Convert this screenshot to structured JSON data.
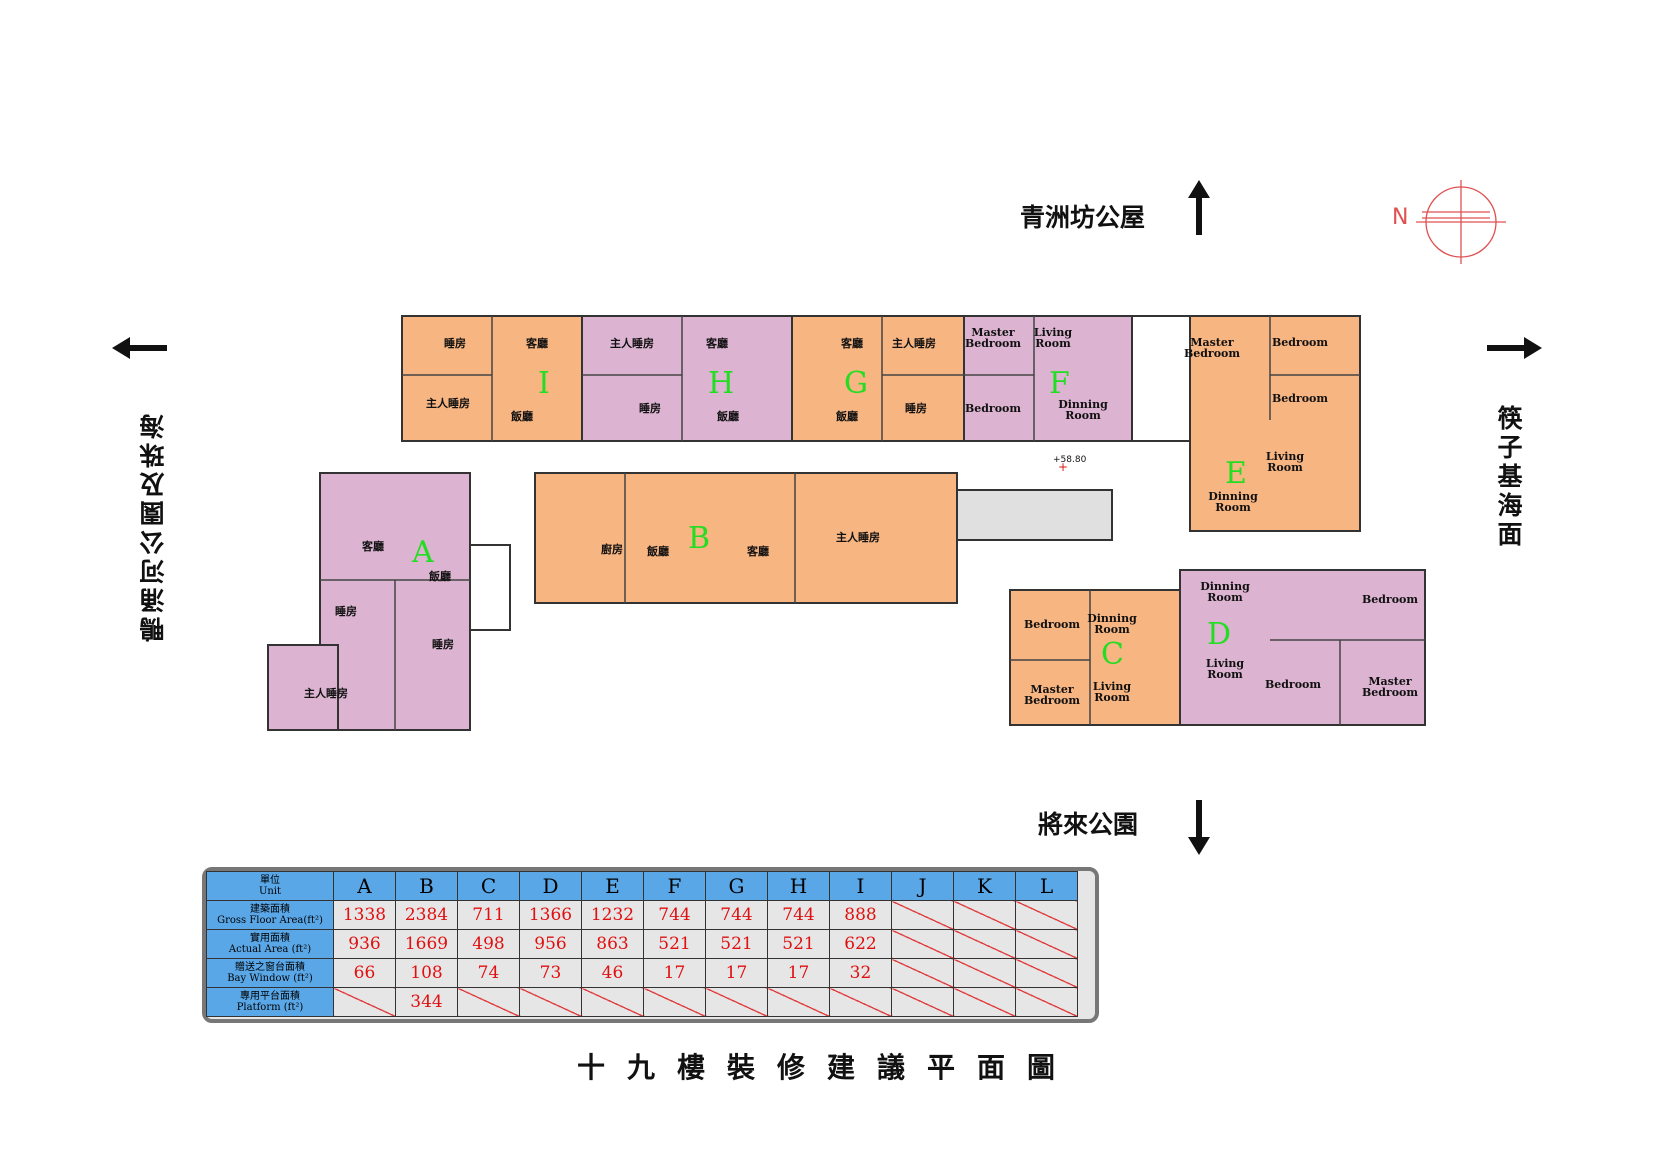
{
  "directions": {
    "north": "青洲坊公屋",
    "south": "將來公園",
    "west": "鴨涌河公園及珠海",
    "east": "筷子基海面",
    "compass": "N"
  },
  "colors": {
    "orange_unit": "#f7b581",
    "pink_unit": "#dcb4d2",
    "table_header": "#5aa7e8",
    "value_text": "#e01010",
    "unit_letter": "#22dd22"
  },
  "units": [
    {
      "letter": "I",
      "rooms": [
        "睡房",
        "客廳",
        "主人睡房",
        "飯廳"
      ]
    },
    {
      "letter": "H",
      "rooms": [
        "主人睡房",
        "客廳",
        "睡房",
        "飯廳"
      ]
    },
    {
      "letter": "G",
      "rooms": [
        "客廳",
        "主人睡房",
        "飯廳",
        "睡房"
      ]
    },
    {
      "letter": "F",
      "rooms": [
        "Master Bedroom",
        "Living Room",
        "Bedroom",
        "Dinning Room"
      ]
    },
    {
      "letter": "E",
      "rooms": [
        "Master Bedroom",
        "Bedroom",
        "Bedroom",
        "Living Room",
        "Dinning Room"
      ]
    },
    {
      "letter": "A",
      "rooms": [
        "客廳",
        "飯廳",
        "睡房",
        "睡房",
        "主人睡房"
      ]
    },
    {
      "letter": "B",
      "rooms": [
        "廚房",
        "飯廳",
        "客廳",
        "主人睡房"
      ]
    },
    {
      "letter": "C",
      "rooms": [
        "Bedroom",
        "Dinning Room",
        "Master Bedroom",
        "Living Room"
      ]
    },
    {
      "letter": "D",
      "rooms": [
        "Dinning Room",
        "Living Room",
        "Bedroom",
        "Bedroom",
        "Master Bedroom"
      ]
    }
  ],
  "level_mark": "+58.80",
  "table": {
    "columns": [
      "A",
      "B",
      "C",
      "D",
      "E",
      "F",
      "G",
      "H",
      "I",
      "J",
      "K",
      "L"
    ],
    "rows": [
      {
        "label_zh": "單位",
        "label_en": "Unit"
      },
      {
        "label_zh": "建築面積",
        "label_en": "Gross Floor Area(ft²)",
        "values": [
          "1338",
          "2384",
          "711",
          "1366",
          "1232",
          "744",
          "744",
          "744",
          "888",
          "",
          "",
          ""
        ]
      },
      {
        "label_zh": "實用面積",
        "label_en": "Actual Area (ft²)",
        "values": [
          "936",
          "1669",
          "498",
          "956",
          "863",
          "521",
          "521",
          "521",
          "622",
          "",
          "",
          ""
        ]
      },
      {
        "label_zh": "贈送之窗台面積",
        "label_en": "Bay Window (ft²)",
        "values": [
          "66",
          "108",
          "74",
          "73",
          "46",
          "17",
          "17",
          "17",
          "32",
          "",
          "",
          ""
        ]
      },
      {
        "label_zh": "專用平台面積",
        "label_en": "Platform (ft²)",
        "values": [
          "",
          "344",
          "",
          "",
          "",
          "",
          "",
          "",
          "",
          "",
          "",
          ""
        ]
      }
    ]
  },
  "title": "十九樓裝修建議平面圖"
}
